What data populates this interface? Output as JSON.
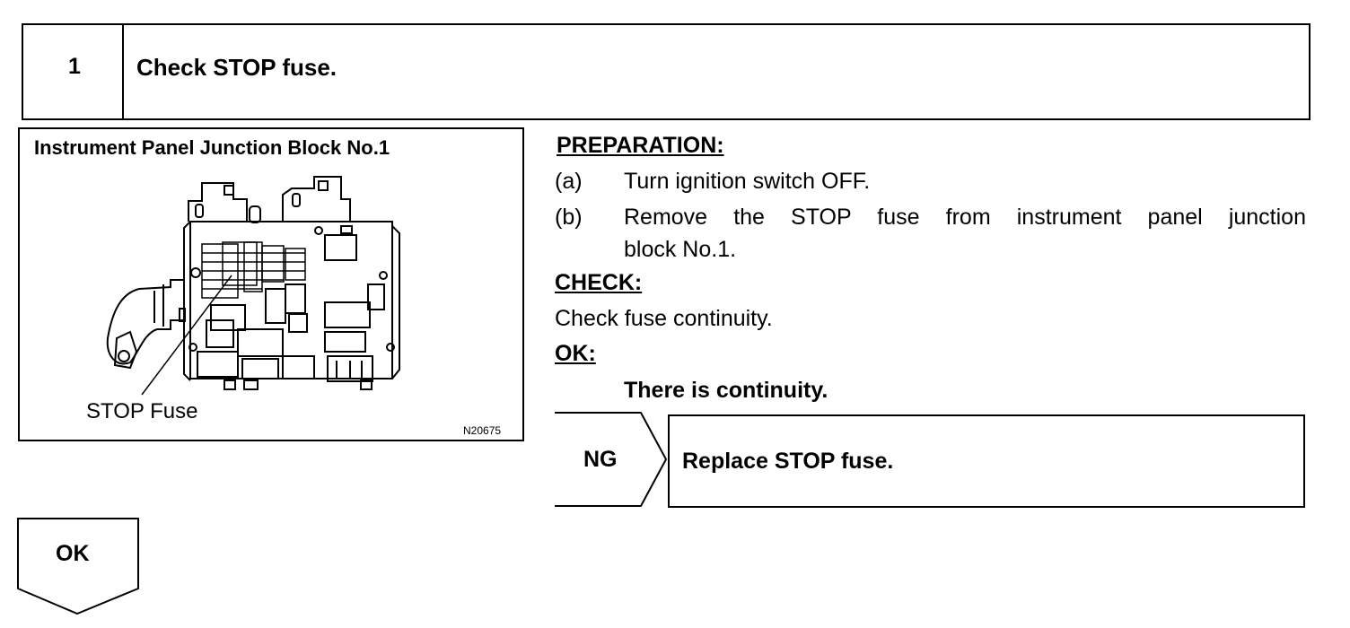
{
  "step": {
    "number": "1",
    "title": "Check STOP fuse."
  },
  "figure": {
    "title": "Instrument Panel Junction Block No.1",
    "callout": "STOP Fuse",
    "code": "N20675"
  },
  "preparation": {
    "heading": "PREPARATION:",
    "items": [
      {
        "marker": "(a)",
        "text": "Turn ignition switch OFF."
      },
      {
        "marker": "(b)",
        "text_line1": "Remove the STOP fuse from instrument panel junction",
        "text_line2": "block No.1."
      }
    ]
  },
  "check": {
    "heading": "CHECK:",
    "text": "Check fuse continuity."
  },
  "ok_result": {
    "heading": "OK:",
    "text": "There is continuity."
  },
  "ng_branch": {
    "label": "NG",
    "action": "Replace STOP fuse."
  },
  "ok_branch": {
    "label": "OK"
  }
}
